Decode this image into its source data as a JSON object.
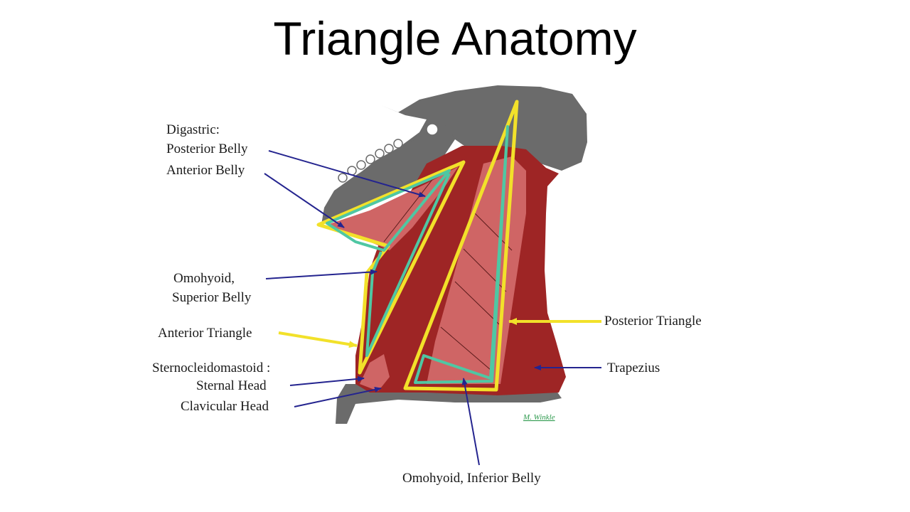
{
  "title": "Triangle Anatomy",
  "labels": {
    "digastric": "Digastric:",
    "posterior_belly": "Posterior Belly",
    "anterior_belly": "Anterior Belly",
    "omohyoid": "Omohyoid,",
    "superior_belly": "Superior Belly",
    "anterior_triangle": "Anterior Triangle",
    "scm": "Sternocleidomastoid :",
    "sternal_head": "Sternal Head",
    "clavicular_head": "Clavicular Head",
    "posterior_triangle": "Posterior Triangle",
    "trapezius": "Trapezius",
    "inferior_belly": "Omohyoid, Inferior Belly",
    "credit": "M. Winkle"
  },
  "colors": {
    "bone": "#6b6b6b",
    "muscle_dark": "#9e2525",
    "muscle_light": "#cf6565",
    "triangle_outline": "#f2e12a",
    "omohyoid_outline": "#4fc7a3",
    "leader_blue": "#24248f",
    "leader_yellow": "#f2e12a"
  }
}
